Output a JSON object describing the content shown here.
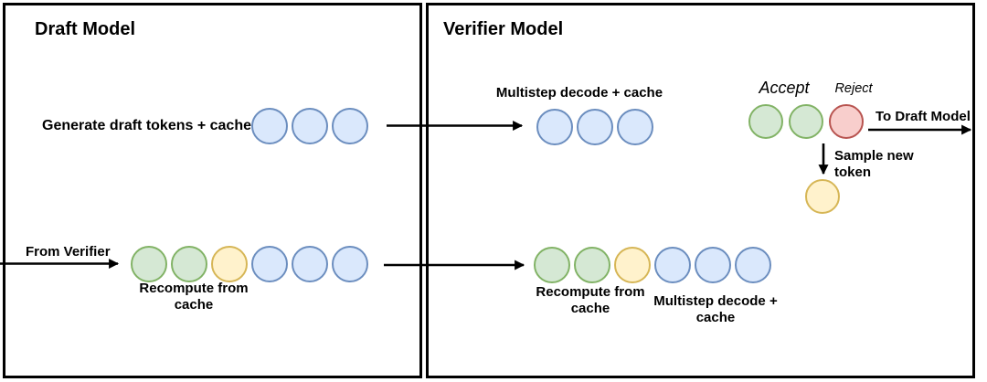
{
  "colors": {
    "blue": {
      "fill": "#dae8fc",
      "stroke": "#6c8ebf"
    },
    "green": {
      "fill": "#d5e8d4",
      "stroke": "#82b366"
    },
    "yellow": {
      "fill": "#fff2cc",
      "stroke": "#d6b656"
    },
    "red": {
      "fill": "#f8cecc",
      "stroke": "#b85450"
    }
  },
  "draft_panel": {
    "title": "Draft Model",
    "generate_row": {
      "label": "Generate draft tokens + cache",
      "tokens": [
        "blue",
        "blue",
        "blue"
      ]
    },
    "verify_row": {
      "from_label": "From Verifier",
      "tokens": [
        "green",
        "green",
        "yellow",
        "blue",
        "blue",
        "blue"
      ],
      "recompute_label": "Recompute from cache"
    }
  },
  "verifier_panel": {
    "title": "Verifier Model",
    "decode_row": {
      "label": "Multistep decode + cache",
      "tokens": [
        "blue",
        "blue",
        "blue"
      ]
    },
    "accept_reject": {
      "accept_label": "Accept",
      "reject_label": "Reject",
      "tokens": [
        "green",
        "green",
        "red"
      ],
      "to_draft_label": "To Draft Model",
      "sample_label": "Sample new token",
      "sample_tokens": [
        "yellow"
      ]
    },
    "bottom_row": {
      "tokens": [
        "green",
        "green",
        "yellow",
        "blue",
        "blue",
        "blue"
      ],
      "recompute_label": "Recompute from cache",
      "decode_label": "Multistep decode + cache"
    }
  }
}
